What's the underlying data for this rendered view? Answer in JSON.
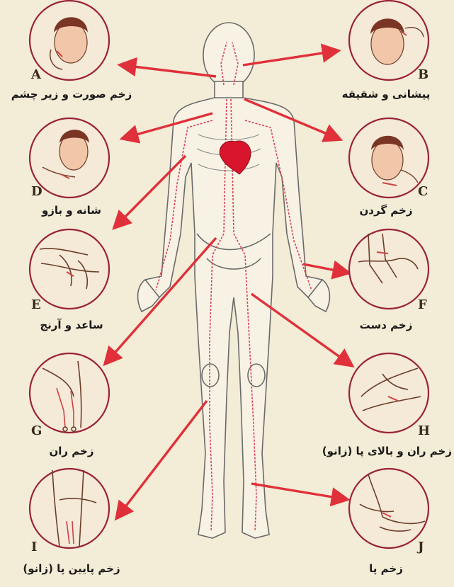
{
  "panels": [
    {
      "id": "A",
      "letter": "A",
      "label": "زخم صورت و زیر چشم",
      "icon": "face-pressure-icon"
    },
    {
      "id": "B",
      "letter": "B",
      "label": "پیشانی و شقیقه",
      "icon": "temple-pressure-icon"
    },
    {
      "id": "C",
      "letter": "C",
      "label": "زخم گردن",
      "icon": "neck-pressure-icon"
    },
    {
      "id": "D",
      "letter": "D",
      "label": "شانه و بازو",
      "icon": "shoulder-pressure-icon"
    },
    {
      "id": "E",
      "letter": "E",
      "label": "ساعد و آرنج",
      "icon": "elbow-pressure-icon"
    },
    {
      "id": "F",
      "letter": "F",
      "label": "زخم دست",
      "icon": "wrist-pressure-icon"
    },
    {
      "id": "G",
      "letter": "G",
      "label": "زخم ران",
      "icon": "thigh-pressure-icon"
    },
    {
      "id": "H",
      "letter": "H",
      "label": "زخم ران و بالای پا (زانو)",
      "icon": "upper-leg-pressure-icon"
    },
    {
      "id": "I",
      "letter": "I",
      "label": "زخم پایین پا (زانو)",
      "icon": "lower-leg-pressure-icon"
    },
    {
      "id": "J",
      "letter": "J",
      "label": "زخم پا",
      "icon": "foot-pressure-icon"
    }
  ],
  "colors": {
    "background": "#f3ecd6",
    "arrow": "#e0303a",
    "vessel": "#d8425a",
    "heart": "#d8152c",
    "circle_border": "#9a2238",
    "skin": "#f2c6a8",
    "hair": "#7a3524",
    "body_outline": "#6a6a6a"
  }
}
